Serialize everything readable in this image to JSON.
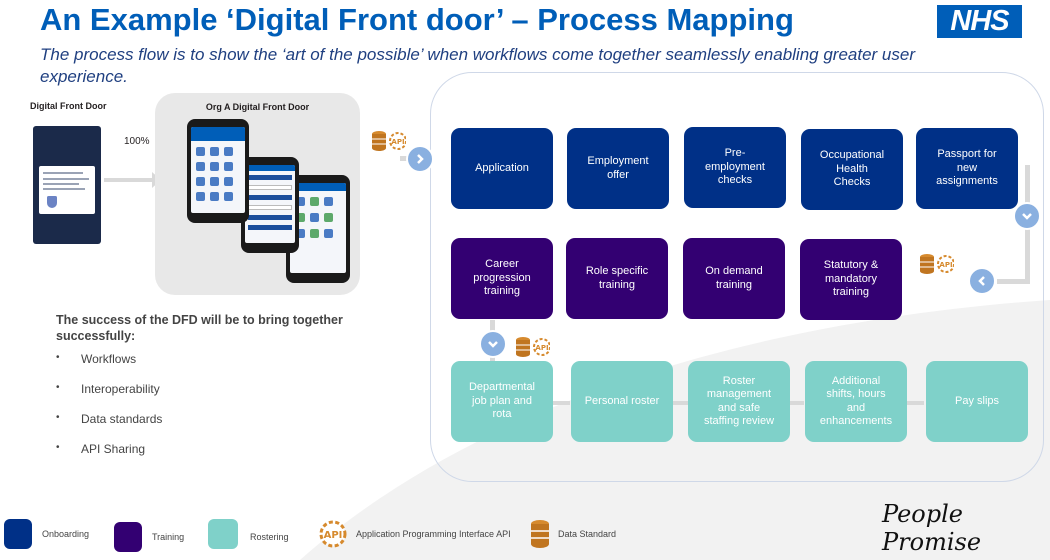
{
  "header": {
    "title": "An Example ‘Digital Front door’ – Process Mapping",
    "subtitle": "The process flow is to show the ‘art of the possible’ when workflows come together seamlessly enabling greater user experience.",
    "logo": "NHS"
  },
  "left_panel": {
    "dfd_label": "Digital Front Door",
    "percent": "100%",
    "org_label": "Org A Digital Front Door"
  },
  "flow": {
    "onboarding": [
      "Application",
      "Employment\noffer",
      "Pre-\nemployment\nchecks",
      "Occupational\nHealth\nChecks",
      "Passport for\nnew\nassignments"
    ],
    "training": [
      "Career\nprogression\ntraining",
      "Role specific\ntraining",
      "On demand\ntraining",
      "Statutory &\nmandatory\ntraining"
    ],
    "rostering": [
      "Departmental\njob plan and\nrota",
      "Personal roster",
      "Roster\nmanagement\nand safe\nstaffing review",
      "Additional\nshifts, hours\nand\nenhancements",
      "Pay slips"
    ]
  },
  "success": {
    "heading": "The success of the DFD will be to bring together successfully:",
    "items": [
      "Workflows",
      "Interoperability",
      "Data standards",
      "API Sharing"
    ]
  },
  "legend": {
    "onboarding": "Onboarding",
    "training": "Training",
    "rostering": "Rostering",
    "api": "Application Programming Interface API",
    "data": "Data Standard"
  },
  "footer": {
    "signature": "People Promise"
  },
  "colors": {
    "onboarding": "#003087",
    "training": "#330072",
    "rostering": "#7fd1c9",
    "nhs_blue": "#005eb8"
  }
}
